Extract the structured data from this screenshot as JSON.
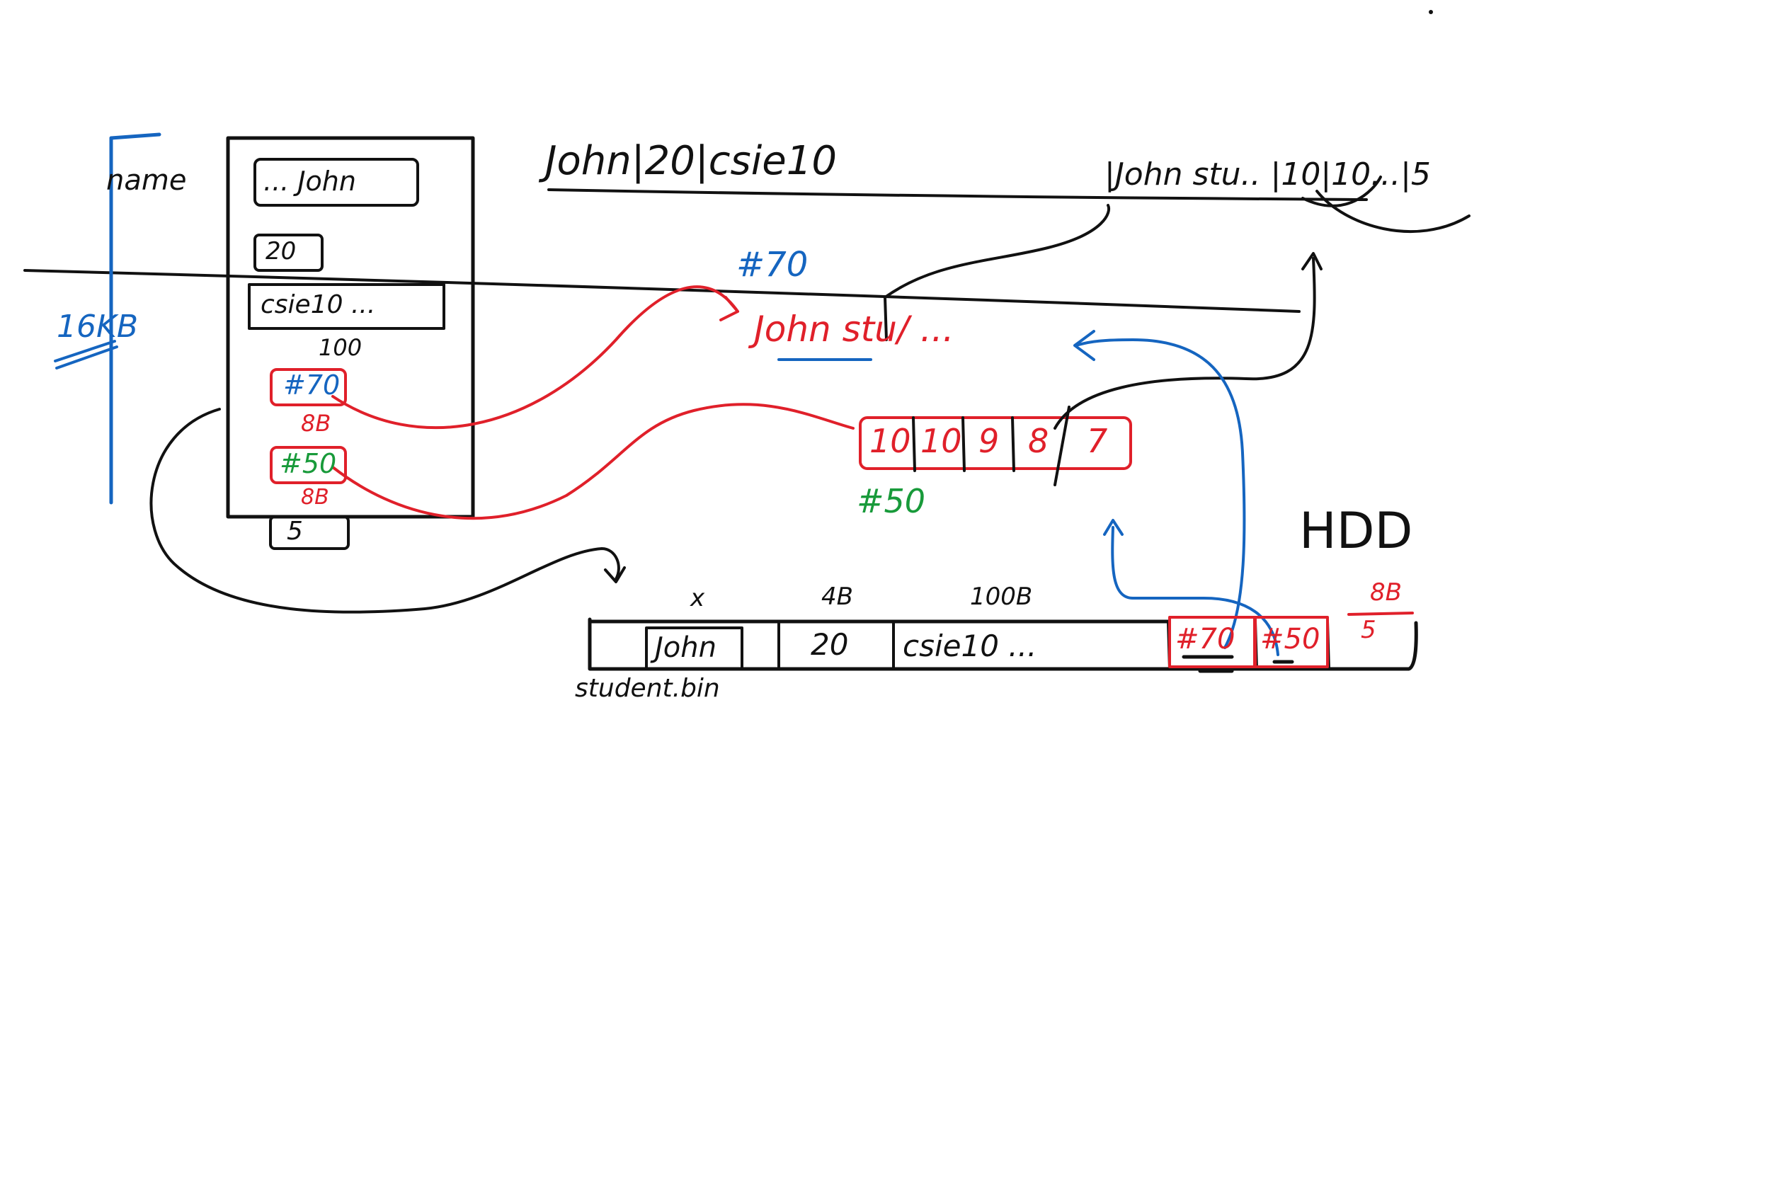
{
  "colors": {
    "ink": "#111111",
    "red": "#e0202a",
    "blue": "#1565c0",
    "green": "#189a3a"
  },
  "struct_box": {
    "side_label": "name",
    "name_field": "... John",
    "age_field": "20",
    "dept_field": "csie10 ...",
    "dept_size": "100",
    "ptr1_addr": "#70",
    "ptr1_size": "8B",
    "ptr2_addr": "#50",
    "ptr2_size": "8B",
    "count_field": "5",
    "size_marker": "16KB"
  },
  "top_text": {
    "csv_line": "John|20|csie10",
    "right_line": "|John stu.. |10|10...|5"
  },
  "heap": {
    "string_addr": "#70",
    "string_text": "John stu/ ...",
    "array_addr": "#50",
    "array_cells": [
      "10",
      "10",
      "9",
      "8",
      "7"
    ]
  },
  "file_record": {
    "x_marker": "x",
    "age_size": "4B",
    "dept_size": "100B",
    "name_cell": "John",
    "age_cell": "20",
    "dept_cell": "csie10 ...",
    "ptr1_cell": "#70",
    "ptr2_cell": "#50",
    "tail_size": "8B",
    "tail_count": "5",
    "filename": "student.bin",
    "disk_label": "HDD"
  }
}
